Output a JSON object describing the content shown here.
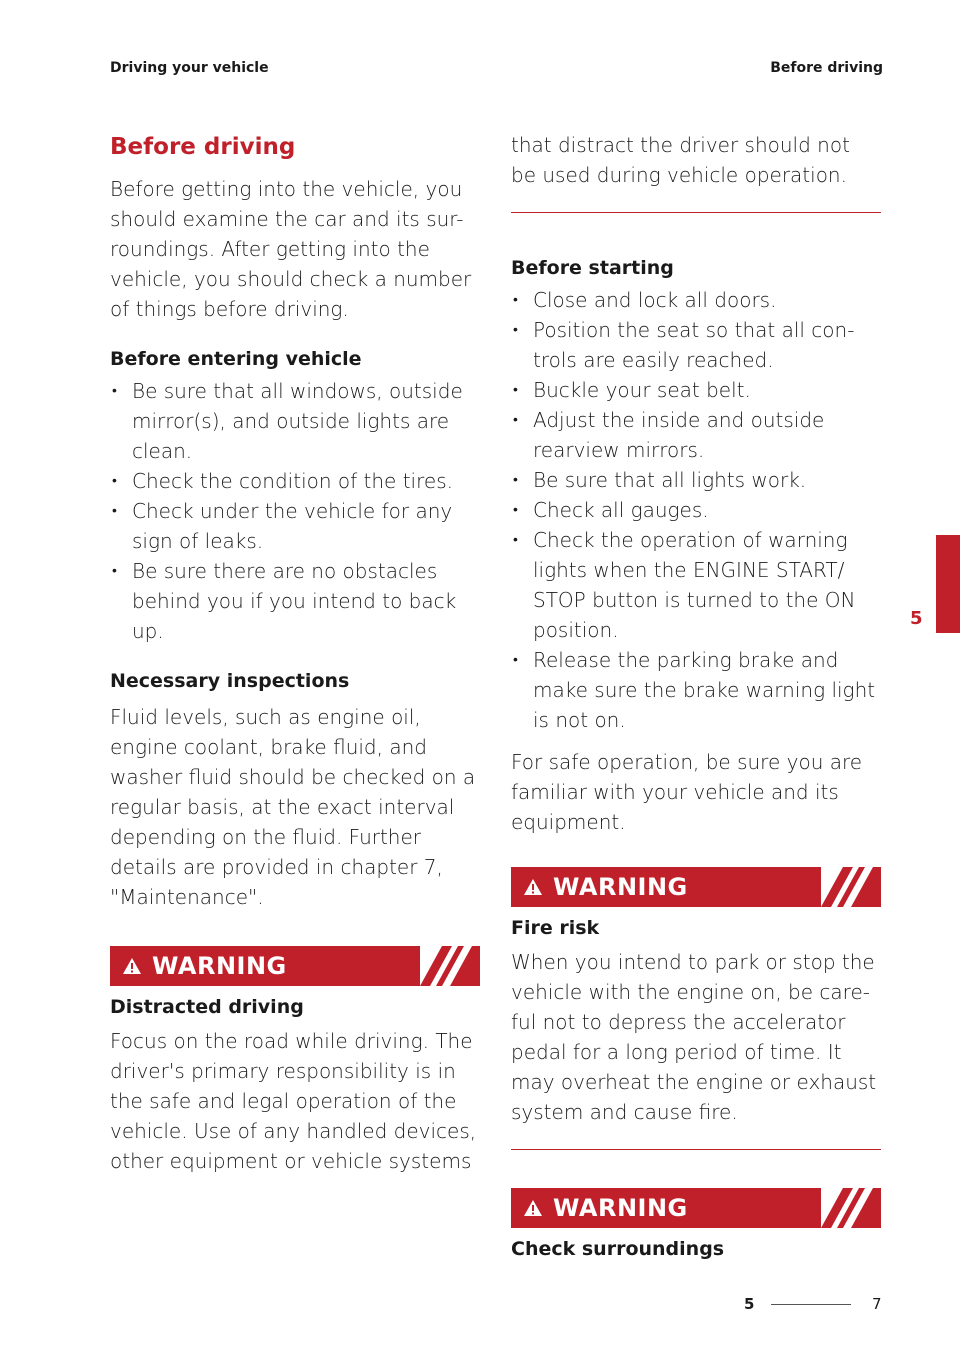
{
  "header": {
    "left": "Driving your vehicle",
    "right": "Before driving"
  },
  "left": {
    "title": "Before driving",
    "intro": "Before getting into the vehicle, you should examine the car and its sur- roundings. After getting into the vehicle, you should check a number of things before driving.",
    "entering": {
      "heading": "Before entering vehicle",
      "items": [
        "Be sure that all windows, outside mirror(s), and outside lights are clean.",
        "Check the condition of the tires.",
        "Check under the vehicle for any sign of leaks.",
        "Be sure there are no obstacles behind you if you intend to back up."
      ]
    },
    "inspections": {
      "heading": "Necessary inspections",
      "body": "Fluid levels, such as engine oil, engine coolant, brake fluid, and washer fluid should be checked on a regular basis, at the exact interval depending on the fluid. Further details are provided in chapter 7, \"Maintenance\"."
    },
    "warning1": {
      "label": "WARNING",
      "heading": "Distracted driving",
      "body": "Focus on the road while driving. The driver's primary responsibility is in the safe and legal operation of the vehicle. Use of any handled devices, other equipment or vehicle systems"
    }
  },
  "right": {
    "continuation": "that distract the driver should not be used during vehicle operation.",
    "starting": {
      "heading": "Before starting",
      "items": [
        "Close and lock all doors.",
        "Position the seat so that all con- trols are easily reached.",
        "Buckle your seat belt.",
        "Adjust the inside and outside rearview mirrors.",
        "Be sure that all lights work.",
        "Check all gauges.",
        "Check the operation of warning lights when the ENGINE START/ STOP button is turned to the ON position.",
        "Release the parking brake and make sure the brake warning light is not on."
      ]
    },
    "safe_operation": "For safe operation, be sure you are familiar with your vehicle and its equipment.",
    "warning2": {
      "label": "WARNING",
      "heading": "Fire risk",
      "body": "When you intend to park or stop the vehicle with the engine on, be care- ful not to depress the accelerator pedal for a long period of time. It may overheat the engine or exhaust system and cause fire."
    },
    "warning3": {
      "label": "WARNING",
      "heading": "Check surroundings"
    }
  },
  "chapter_tab": "5",
  "footer": {
    "chapter": "5",
    "page": "7"
  },
  "colors": {
    "accent": "#c0202a"
  }
}
